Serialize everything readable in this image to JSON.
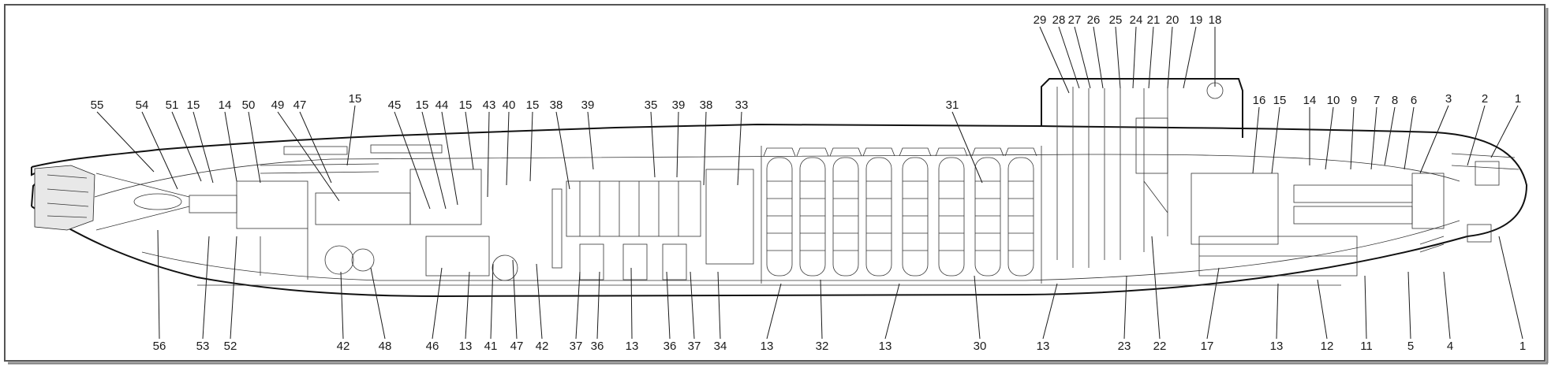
{
  "diagram": {
    "top_labels": [
      "55",
      "54",
      "51",
      "15",
      "14",
      "50",
      "49",
      "47",
      "15",
      "45",
      "15",
      "44",
      "15",
      "43",
      "40",
      "15",
      "38",
      "39",
      "35",
      "39",
      "38",
      "33",
      "31",
      "29",
      "28",
      "27",
      "26",
      "25",
      "24",
      "21",
      "20",
      "19",
      "18",
      "16",
      "15",
      "14",
      "10",
      "9",
      "7",
      "8",
      "6",
      "3",
      "2",
      "1"
    ],
    "bottom_labels": [
      "56",
      "53",
      "52",
      "42",
      "48",
      "46",
      "13",
      "41",
      "47",
      "42",
      "37",
      "36",
      "13",
      "36",
      "37",
      "34",
      "13",
      "32",
      "13",
      "30",
      "13",
      "23",
      "22",
      "17",
      "13",
      "12",
      "11",
      "5",
      "4",
      "1"
    ]
  }
}
